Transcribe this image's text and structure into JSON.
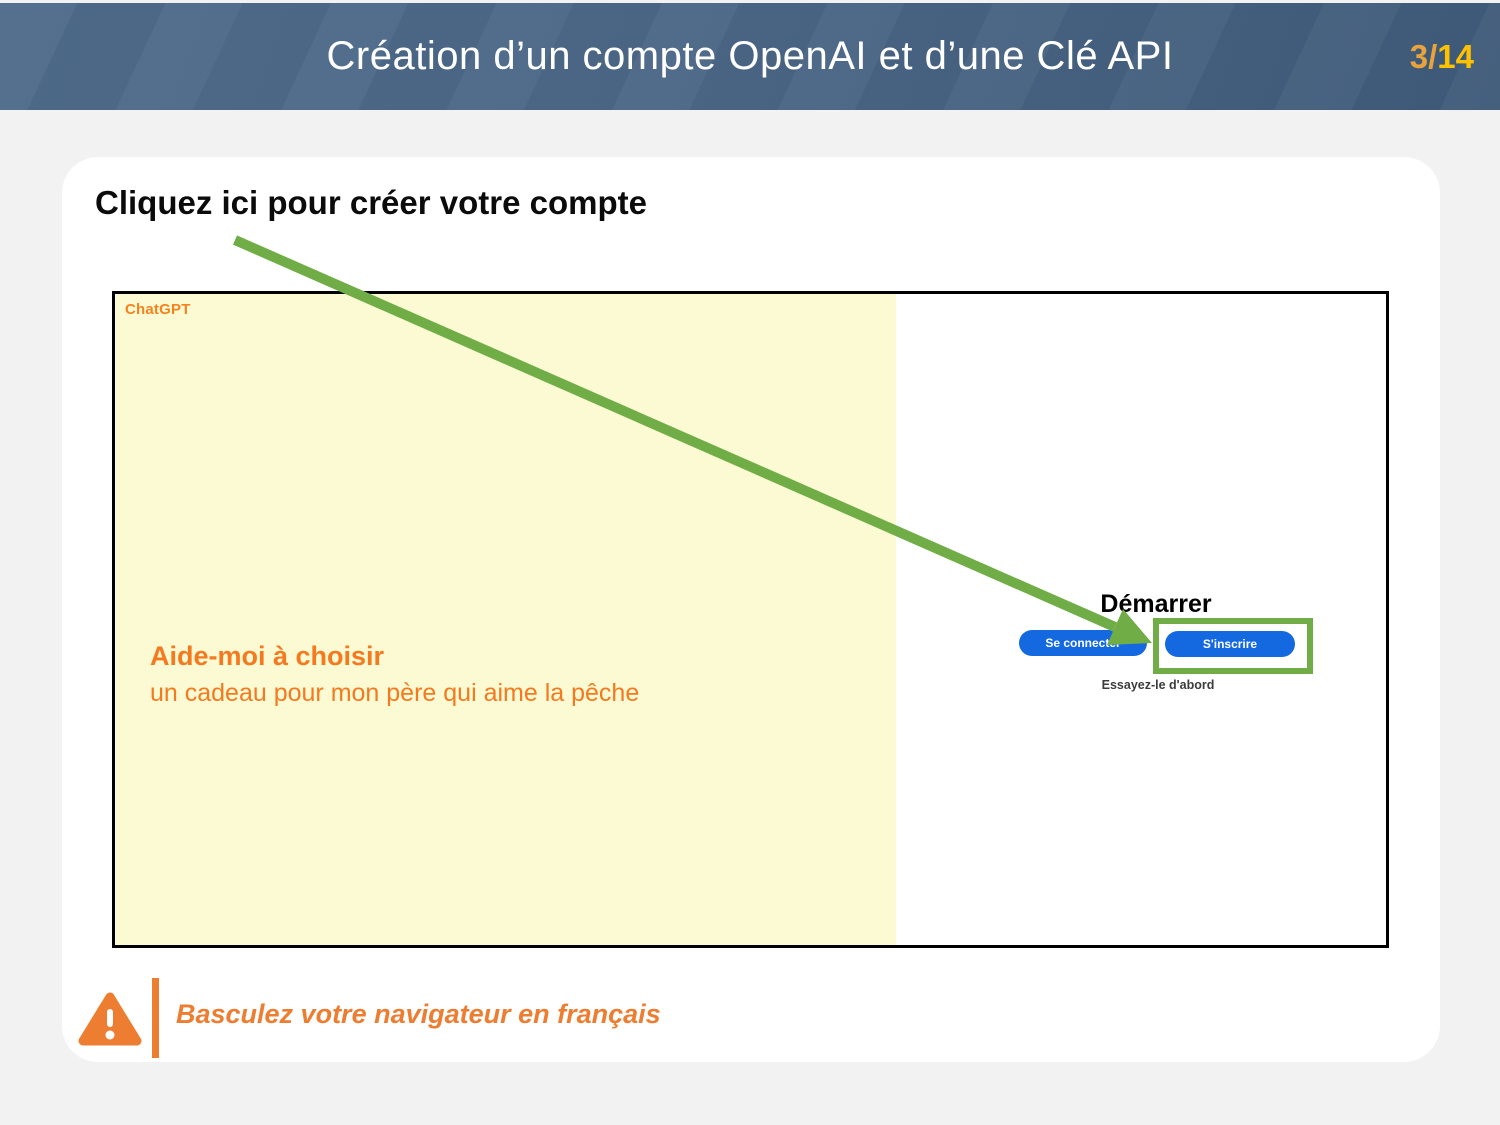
{
  "header": {
    "title": "Création d’un compte OpenAI et d’une Clé API",
    "page_prefix": "3/",
    "page_suffix": "14"
  },
  "card": {
    "heading": "Cliquez ici pour créer votre compte"
  },
  "screenshot": {
    "brand": "ChatGPT",
    "prompt_title": "Aide-moi à choisir",
    "prompt_subtitle": "un cadeau pour mon père qui aime la pêche",
    "get_started": "Démarrer",
    "login_button": "Se connecter",
    "signup_button": "S'inscrire",
    "try_first": "Essayez-le d'abord"
  },
  "note": {
    "text": "Basculez votre navigateur en français"
  },
  "icons": {
    "warning": "warning-triangle-icon",
    "arrow": "green-pointer-arrow"
  },
  "colors": {
    "header_blue": "#4b6786",
    "gold": "#ffc000",
    "gold_dark": "#e8a33d",
    "accent_orange": "#ed7d31",
    "brand_orange": "#f5821f",
    "prompt_orange": "#f4791f",
    "panel_yellow": "#fcfad3",
    "button_blue": "#1569e0",
    "highlight_green": "#70ad47"
  }
}
